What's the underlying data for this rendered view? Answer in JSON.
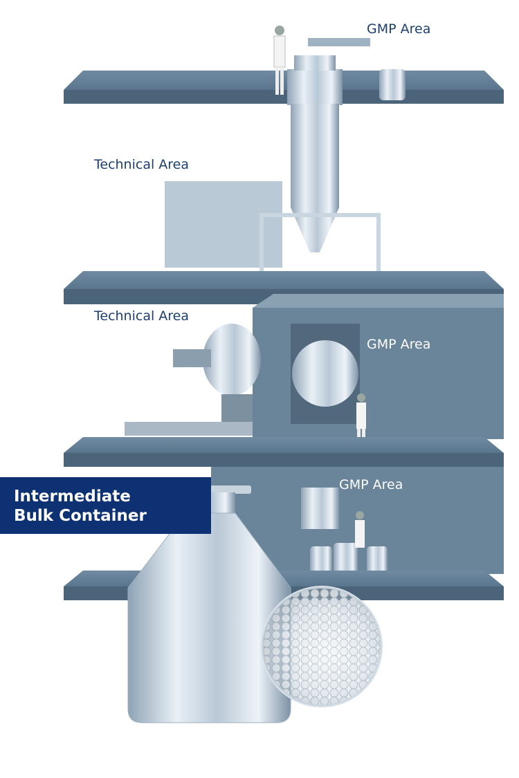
{
  "labels": {
    "top_gmp": "GMP Area",
    "technical_upper": "Technical Area",
    "technical_middle": "Technical Area",
    "gmp_middle": "GMP Area",
    "gmp_lower": "GMP Area"
  },
  "callout": {
    "line1": "Intermediate",
    "line2": "Bulk Container"
  },
  "colors": {
    "slab": "#5d7a92",
    "callout_bg": "#0d3172",
    "label_dark": "#1d3f70",
    "label_light": "#ffffff"
  }
}
